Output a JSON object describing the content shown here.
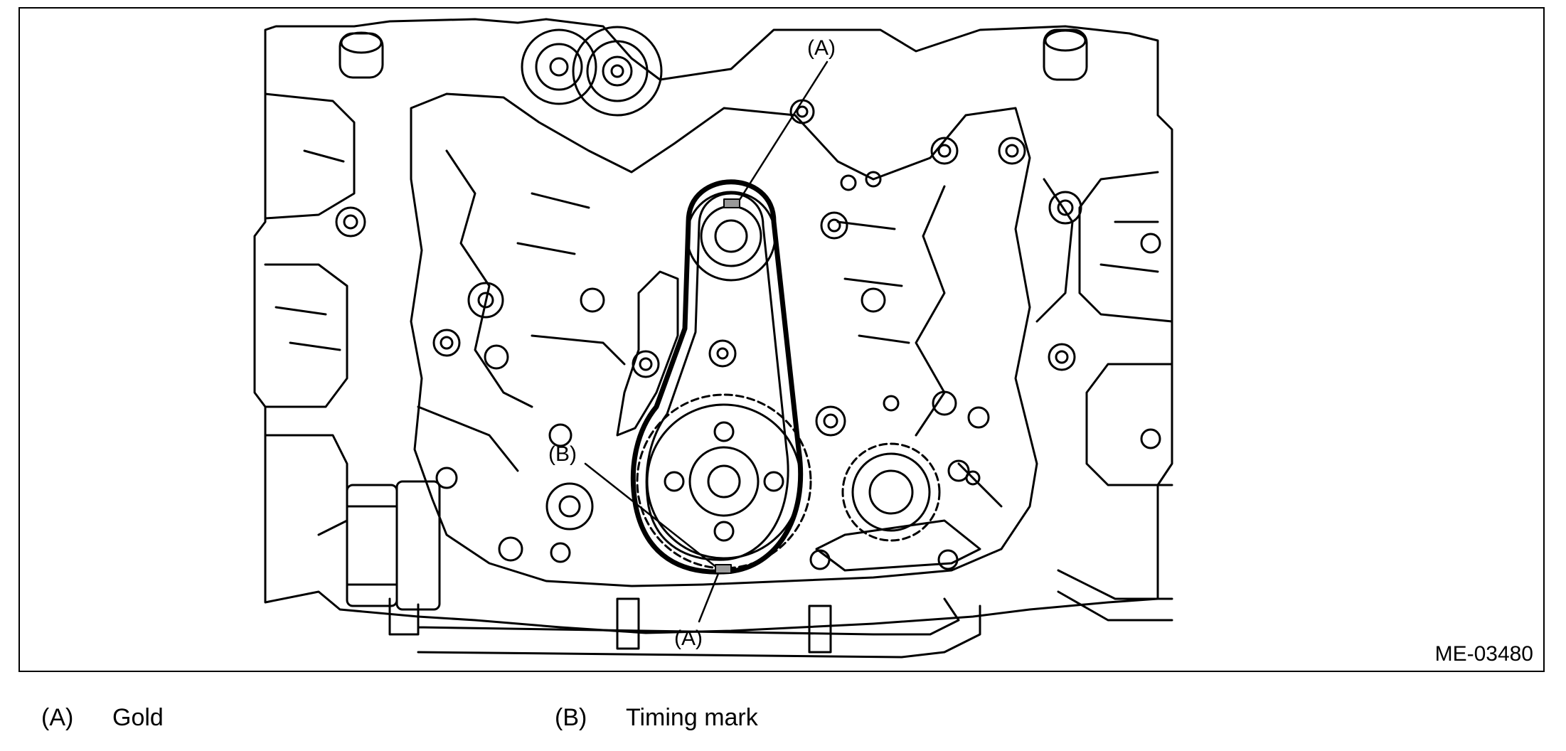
{
  "figure": {
    "code": "ME-03480",
    "callouts": [
      {
        "id": "A-top",
        "text": "(A)"
      },
      {
        "id": "B",
        "text": "(B)"
      },
      {
        "id": "A-bottom",
        "text": "(A)"
      }
    ]
  },
  "legend": [
    {
      "key": "(A)",
      "label": "Gold"
    },
    {
      "key": "(B)",
      "label": "Timing mark"
    }
  ]
}
